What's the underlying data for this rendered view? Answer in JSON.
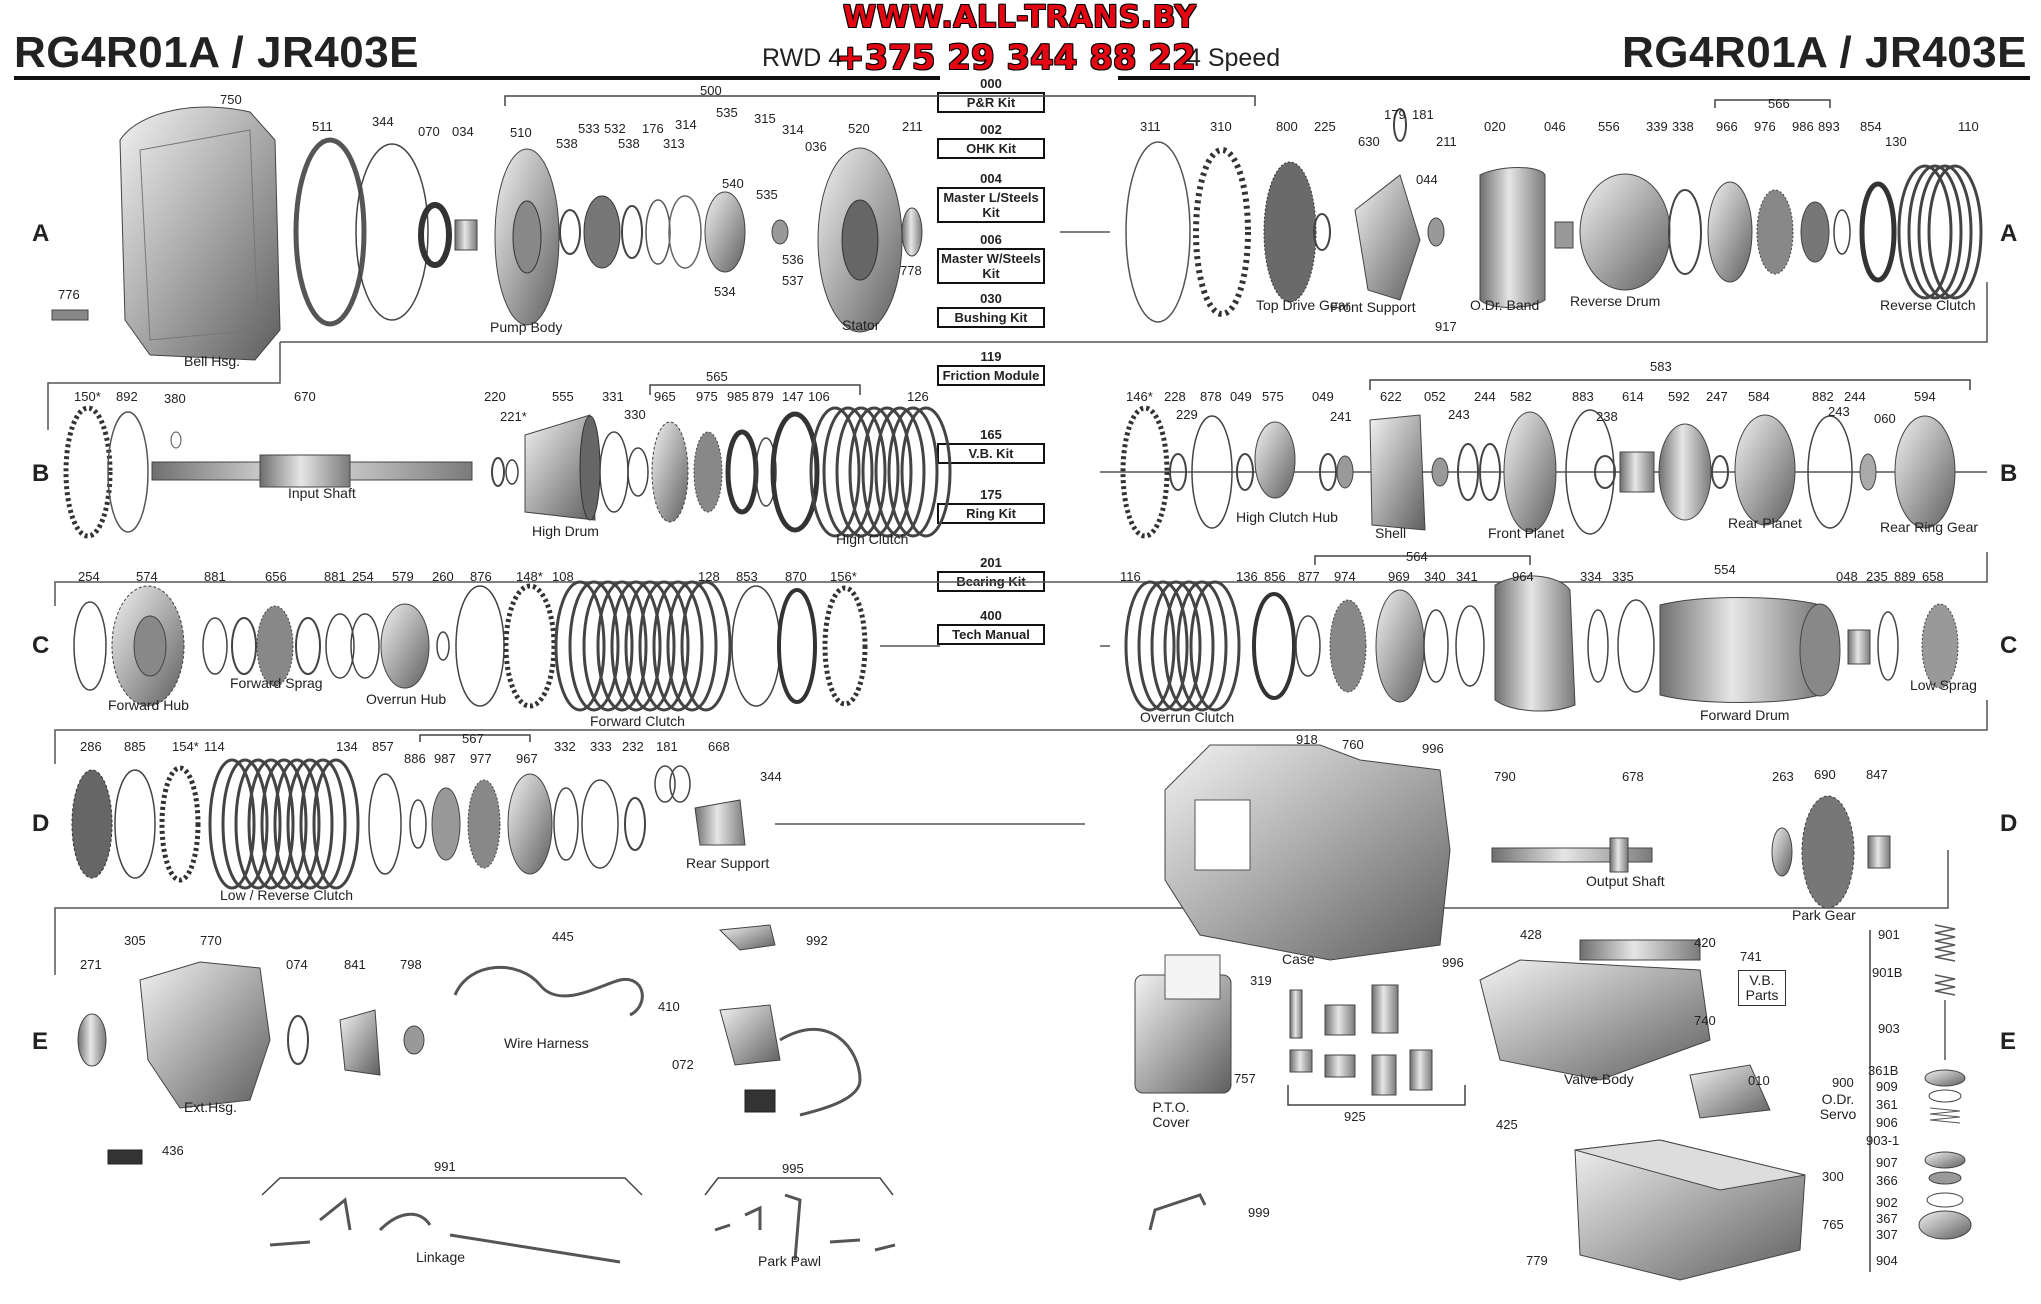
{
  "header": {
    "title_left": "RG4R01A / JR403E",
    "title_right": "RG4R01A / JR403E",
    "subtitle_left": "RWD 4",
    "subtitle_right": "4 Speed",
    "website": "WWW.ALL-TRANS.BY",
    "phone": "+375 29 344 88 22"
  },
  "kits": [
    {
      "code": "000",
      "label": "P&R Kit"
    },
    {
      "code": "002",
      "label": "OHK Kit"
    },
    {
      "code": "004",
      "label": "Master L/Steels Kit"
    },
    {
      "code": "006",
      "label": "Master W/Steels Kit"
    },
    {
      "code": "030",
      "label": "Bushing Kit"
    },
    {
      "code": "119",
      "label": "Friction Module"
    },
    {
      "code": "165",
      "label": "V.B. Kit"
    },
    {
      "code": "175",
      "label": "Ring Kit"
    },
    {
      "code": "201",
      "label": "Bearing Kit"
    },
    {
      "code": "400",
      "label": "Tech Manual"
    }
  ],
  "row_letters": [
    "A",
    "B",
    "C",
    "D",
    "E"
  ],
  "part_numbers": {
    "a_left": [
      "750",
      "511",
      "344",
      "070",
      "034",
      "510",
      "538",
      "533",
      "532",
      "538",
      "176",
      "313",
      "314",
      "535",
      "315",
      "314",
      "036",
      "540",
      "535",
      "520",
      "211",
      "778",
      "536",
      "537",
      "534",
      "776",
      "500"
    ],
    "a_right": [
      "311",
      "310",
      "800",
      "225",
      "630",
      "179",
      "181",
      "211",
      "044",
      "020",
      "046",
      "556",
      "339",
      "338",
      "966",
      "976",
      "986",
      "893",
      "854",
      "130",
      "110",
      "917",
      "566"
    ],
    "b_left": [
      "150*",
      "892",
      "380",
      "670",
      "220",
      "221*",
      "555",
      "331",
      "330",
      "965",
      "975",
      "985",
      "879",
      "147",
      "106",
      "126",
      "565"
    ],
    "b_right": [
      "146*",
      "228",
      "229",
      "878",
      "049",
      "575",
      "049",
      "241",
      "622",
      "052",
      "243",
      "244",
      "582",
      "883",
      "238",
      "614",
      "592",
      "247",
      "584",
      "882",
      "243",
      "244",
      "060",
      "594",
      "583"
    ],
    "c_left": [
      "254",
      "574",
      "881",
      "656",
      "881",
      "254",
      "579",
      "260",
      "876",
      "148*",
      "108",
      "128",
      "853",
      "870",
      "156*"
    ],
    "c_right": [
      "116",
      "136",
      "856",
      "877",
      "974",
      "969",
      "340",
      "341",
      "964",
      "334",
      "335",
      "554",
      "048",
      "235",
      "889",
      "658",
      "564"
    ],
    "d_left": [
      "286",
      "885",
      "154*",
      "114",
      "134",
      "857",
      "886",
      "987",
      "977",
      "967",
      "332",
      "333",
      "232",
      "181",
      "668",
      "344",
      "567"
    ],
    "d_right": [
      "918",
      "760",
      "996",
      "790",
      "678",
      "263",
      "690",
      "847"
    ],
    "e_left": [
      "271",
      "305",
      "770",
      "074",
      "841",
      "798",
      "445",
      "992",
      "410",
      "072",
      "436",
      "991",
      "995"
    ],
    "e_right": [
      "319",
      "757",
      "996",
      "428",
      "420",
      "741",
      "740",
      "010",
      "425",
      "925",
      "999",
      "300",
      "765",
      "779",
      "901",
      "901B",
      "903",
      "361B",
      "909",
      "361",
      "906",
      "903-1",
      "907",
      "366",
      "902",
      "367",
      "307",
      "904",
      "900"
    ]
  },
  "labels": {
    "bell_hsg": "Bell Hsg.",
    "pump_body": "Pump Body",
    "stator": "Stator",
    "top_drive_gear": "Top Drive Gear",
    "front_support": "Front Support",
    "odr_band": "O.Dr. Band",
    "reverse_drum": "Reverse Drum",
    "reverse_clutch": "Reverse Clutch",
    "input_shaft": "Input Shaft",
    "high_drum": "High Drum",
    "high_clutch": "High Clutch",
    "high_clutch_hub": "High Clutch Hub",
    "shell": "Shell",
    "front_planet": "Front Planet",
    "rear_planet": "Rear Planet",
    "rear_ring_gear": "Rear Ring Gear",
    "forward_hub": "Forward Hub",
    "forward_sprag": "Forward Sprag",
    "overrun_hub": "Overrun Hub",
    "forward_clutch": "Forward Clutch",
    "overrun_clutch": "Overrun Clutch",
    "forward_drum": "Forward Drum",
    "low_sprag": "Low Sprag",
    "low_reverse_clutch": "Low / Reverse Clutch",
    "rear_support": "Rear Support",
    "case": "Case",
    "output_shaft": "Output Shaft",
    "park_gear": "Park Gear",
    "ext_hsg": "Ext.Hsg.",
    "wire_harness": "Wire Harness",
    "linkage": "Linkage",
    "park_pawl": "Park Pawl",
    "pto_cover": "P.T.O. Cover",
    "valve_body": "Valve Body",
    "vb_parts": "V.B. Parts",
    "odr_servo": "O.Dr. Servo"
  }
}
